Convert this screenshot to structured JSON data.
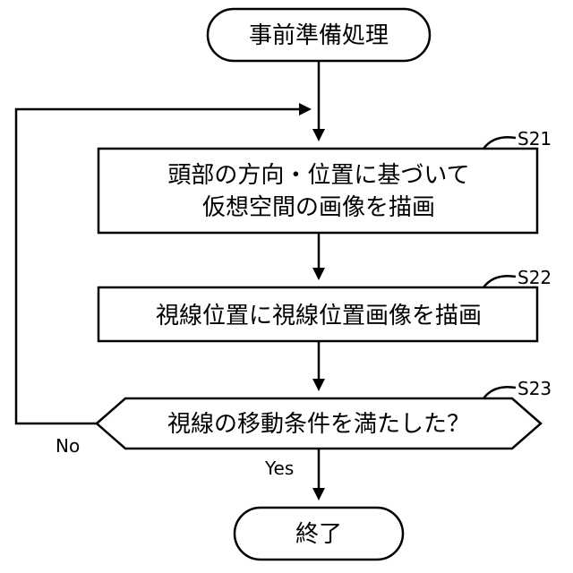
{
  "start": {
    "label": "事前準備処理"
  },
  "steps": [
    {
      "id": "S21",
      "lines": [
        "頭部の方向・位置に基づいて",
        "仮想空間の画像を描画"
      ]
    },
    {
      "id": "S22",
      "lines": [
        "視線位置に視線位置画像を描画"
      ]
    }
  ],
  "decision": {
    "id": "S23",
    "label": "視線の移動条件を満たした？",
    "no_label": "No",
    "yes_label": "Yes"
  },
  "end": {
    "label": "終了"
  }
}
